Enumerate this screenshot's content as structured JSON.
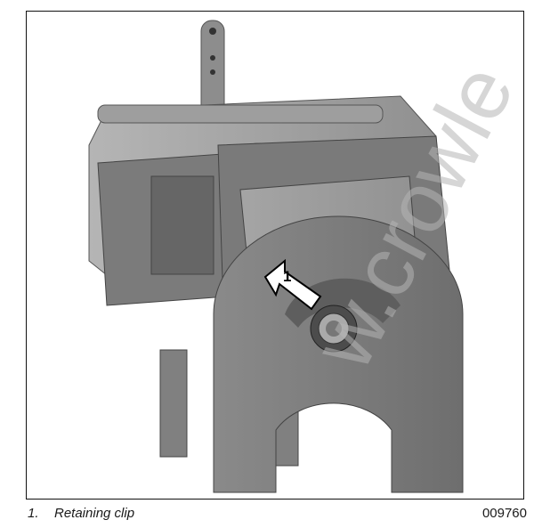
{
  "figure": {
    "callout_number": "1",
    "caption": {
      "number": "1.",
      "text": "Retaining clip"
    },
    "figure_id": "009760",
    "watermark": "w.crowle"
  }
}
